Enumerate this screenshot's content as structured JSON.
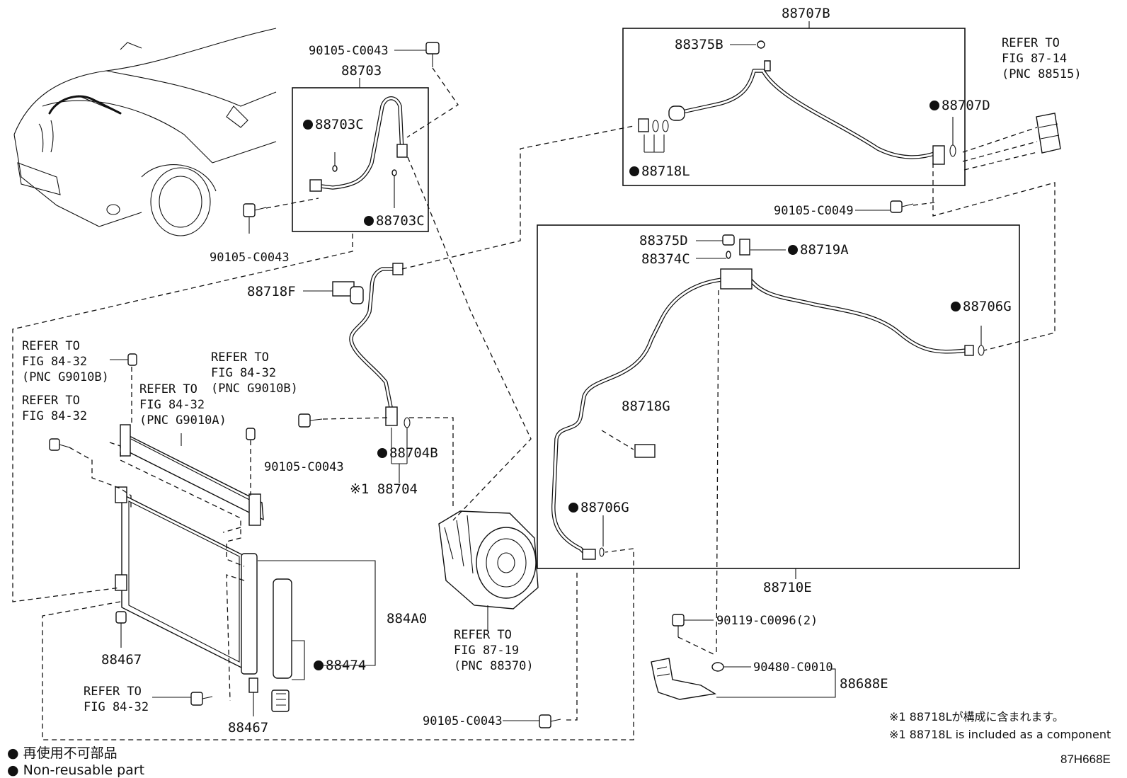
{
  "labels": {
    "p88707B": "88707B",
    "p88375B": "88375B",
    "refer_87_14_l1": "REFER TO",
    "refer_87_14_l2": "FIG 87-14",
    "refer_87_14_l3": "(PNC 88515)",
    "p88707D": "88707D",
    "p88718L": "88718L",
    "p90105_C0049": "90105-C0049",
    "p90105_C0043_top": "90105-C0043",
    "p88703": "88703",
    "p88703C_a": "88703C",
    "p88703C_b": "88703C",
    "p90105_C0043_left": "90105-C0043",
    "p88718F": "88718F",
    "p88375D": "88375D",
    "p88374C": "88374C",
    "p88719A": "88719A",
    "p88706G_right": "88706G",
    "p88718G": "88718G",
    "p88706G_left": "88706G",
    "p88710E": "88710E",
    "refer_g9010b_1_l1": "REFER TO",
    "refer_g9010b_1_l2": "FIG 84-32",
    "refer_g9010b_1_l3": "(PNC G9010B)",
    "refer_g9010b_2_l1": "REFER TO",
    "refer_g9010b_2_l2": "FIG 84-32",
    "refer_g9010b_2_l3": "(PNC G9010B)",
    "refer_g9010a_l1": "REFER TO",
    "refer_g9010a_l2": "FIG 84-32",
    "refer_g9010a_l3": "(PNC G9010A)",
    "refer_84_32_l1": "REFER TO",
    "refer_84_32_l2": "FIG 84-32",
    "p90105_C0043_mid": "90105-C0043",
    "p88704B": "88704B",
    "p88704": "※1 88704",
    "p884A0": "884A0",
    "p88474": "88474",
    "p88467_a": "88467",
    "p88467_b": "88467",
    "refer_84_32_b_l1": "REFER TO",
    "refer_84_32_b_l2": "FIG 84-32",
    "refer_87_19_l1": "REFER TO",
    "refer_87_19_l2": "FIG 87-19",
    "refer_87_19_l3": "(PNC 88370)",
    "p90105_C0043_bottom": "90105-C0043",
    "p90119_C0096": "90119-C0096(2)",
    "p90480_C0010": "90480-C0010",
    "p88688E": "88688E"
  },
  "notes": {
    "jp": "※1 88718Lが構成に含まれます。",
    "en": "※1 88718L is included as a component"
  },
  "legend": {
    "jp": "● 再使用不可部品",
    "en": "● Non-reusable part"
  },
  "diagram_code": "87H668E"
}
